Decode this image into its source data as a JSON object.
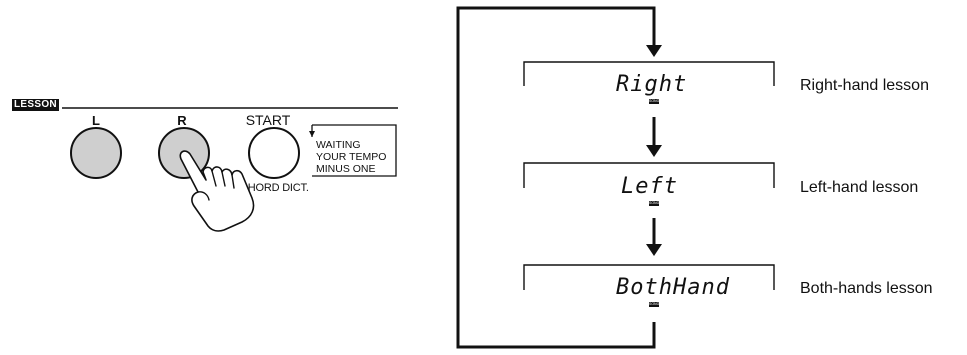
{
  "panel": {
    "section_label": "LESSON",
    "buttons": [
      {
        "label": "L"
      },
      {
        "label": "R"
      },
      {
        "label": "START"
      }
    ],
    "sub_label": "CHORD DICT.",
    "mode_lines": [
      "WAITING",
      "YOUR TEMPO",
      "MINUS ONE"
    ]
  },
  "flow": {
    "steps": [
      {
        "display": "Right",
        "badge": "SONG",
        "description": "Right-hand lesson"
      },
      {
        "display": "Left",
        "badge": "SONG",
        "description": "Left-hand lesson"
      },
      {
        "display": "BothHand",
        "badge": "SONG",
        "description": "Both-hands lesson"
      }
    ]
  }
}
